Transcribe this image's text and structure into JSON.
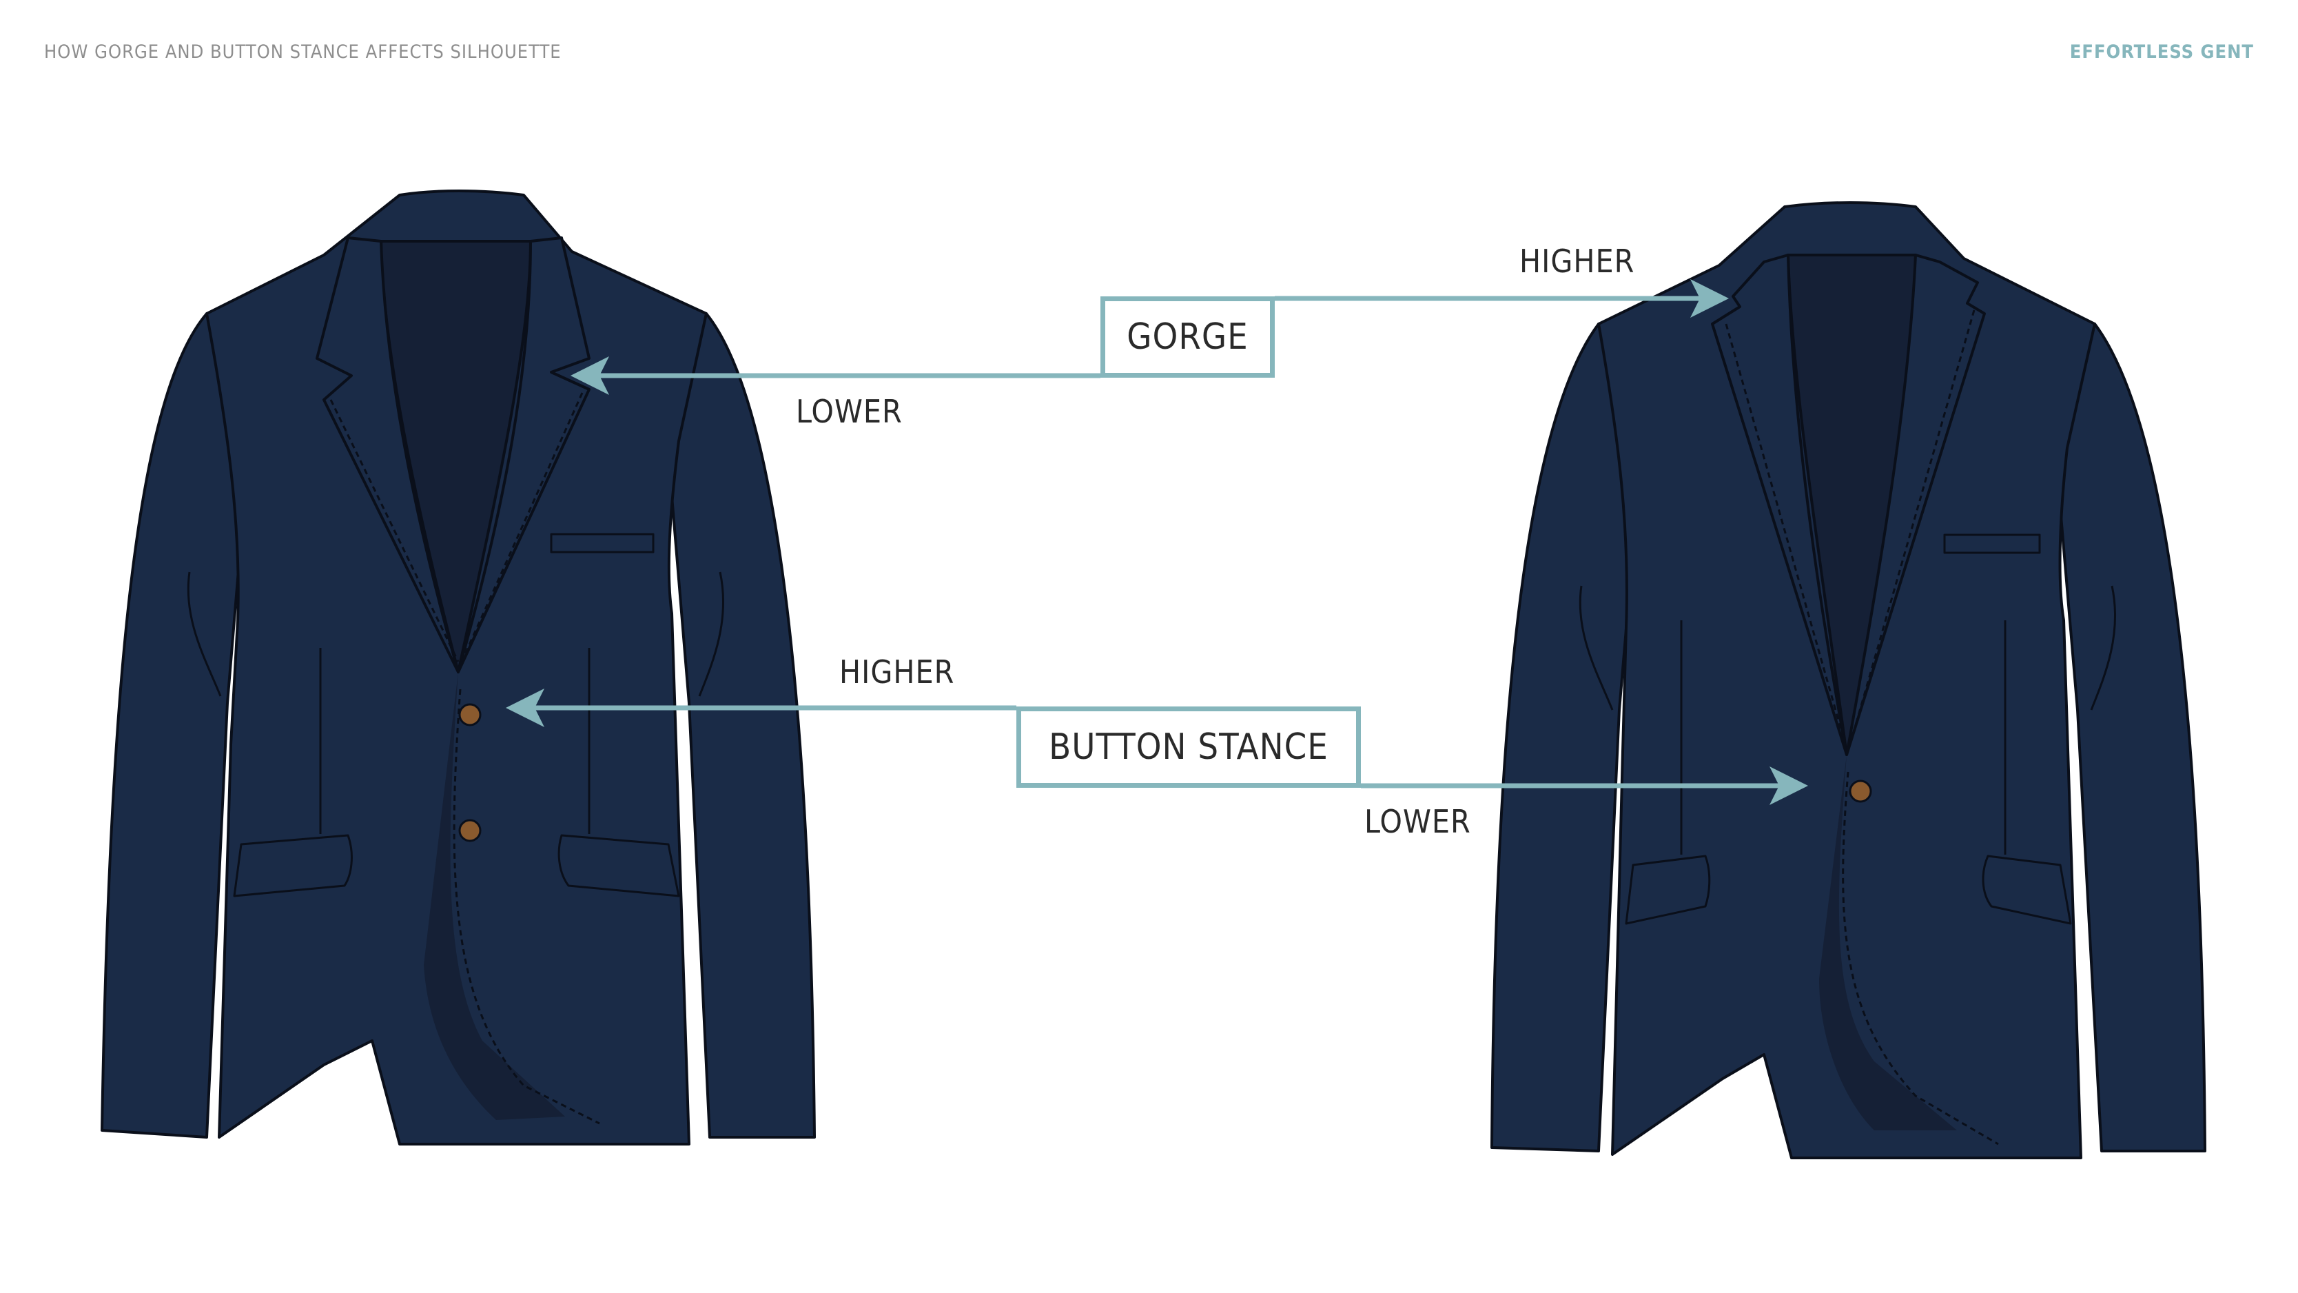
{
  "header": {
    "title": "HOW GORGE AND BUTTON STANCE AFFECTS SILHOUETTE",
    "brand": "EFFORTLESS GENT"
  },
  "gorge": {
    "box_label": "GORGE",
    "left_label": "LOWER",
    "right_label": "HIGHER"
  },
  "button_stance": {
    "box_label": "BUTTON STANCE",
    "left_label": "HIGHER",
    "right_label": "LOWER"
  },
  "colors": {
    "jacket": "#1a2b47",
    "jacket_inner": "#152036",
    "accent": "#86b6bc",
    "button": "#8a5a2e"
  }
}
